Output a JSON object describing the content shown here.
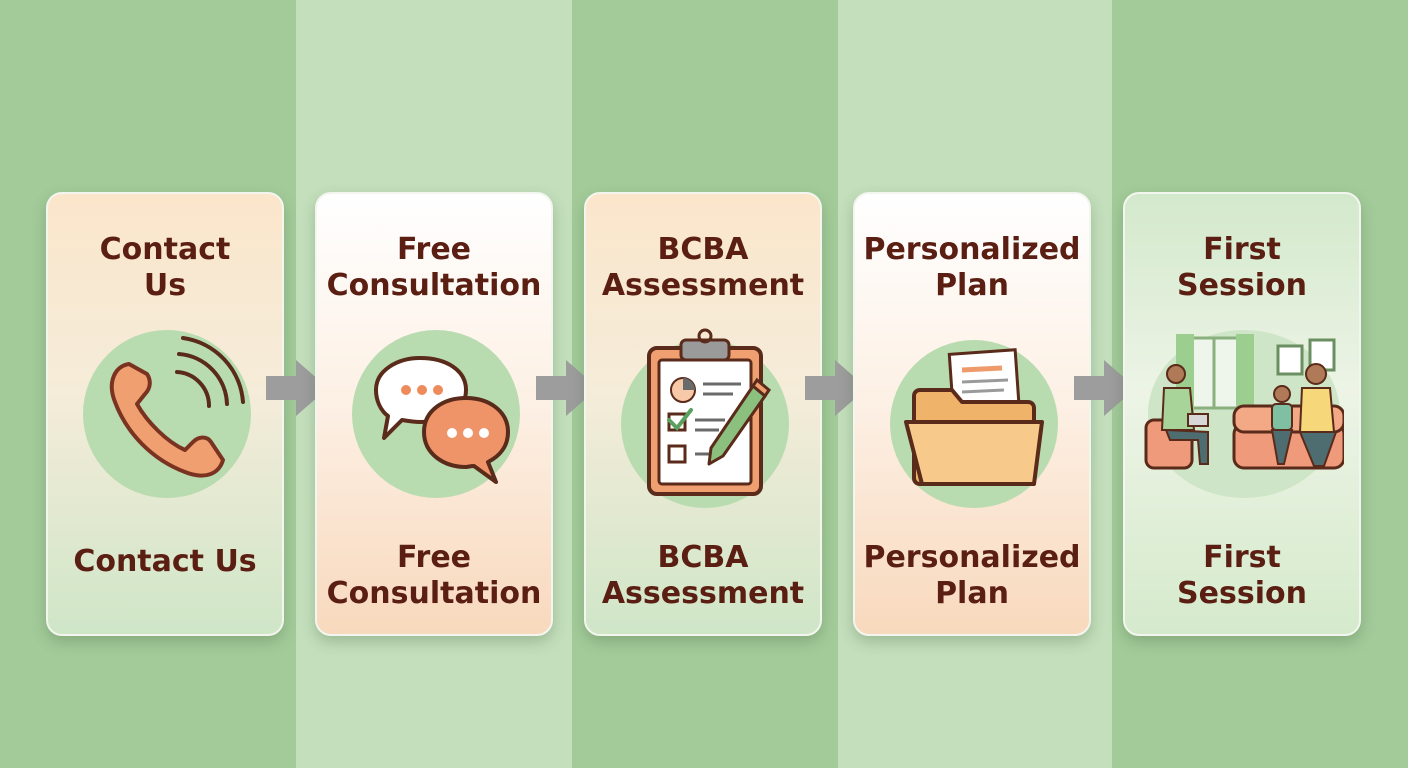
{
  "steps": [
    {
      "title": "Contact\nUs",
      "caption": "Contact Us",
      "icon": "phone-icon"
    },
    {
      "title": "Free\nConsultation",
      "caption": "Free\nConsultation",
      "icon": "speech-bubbles-icon"
    },
    {
      "title": "BCBA\nAssessment",
      "caption": "BCBA\nAssessment",
      "icon": "clipboard-icon"
    },
    {
      "title": "Personalized\nPlan",
      "caption": "Personalized\nPlan",
      "icon": "folder-icon"
    },
    {
      "title": "First\nSession",
      "caption": "First\nSession",
      "icon": "family-session-icon"
    }
  ],
  "colors": {
    "text": "#5a1e12",
    "band_dark": "#a3cb9a",
    "band_light": "#c3dfbc",
    "accent_orange": "#ef9a6b",
    "accent_green": "#8cc07f",
    "arrow": "#9b9b9b"
  }
}
